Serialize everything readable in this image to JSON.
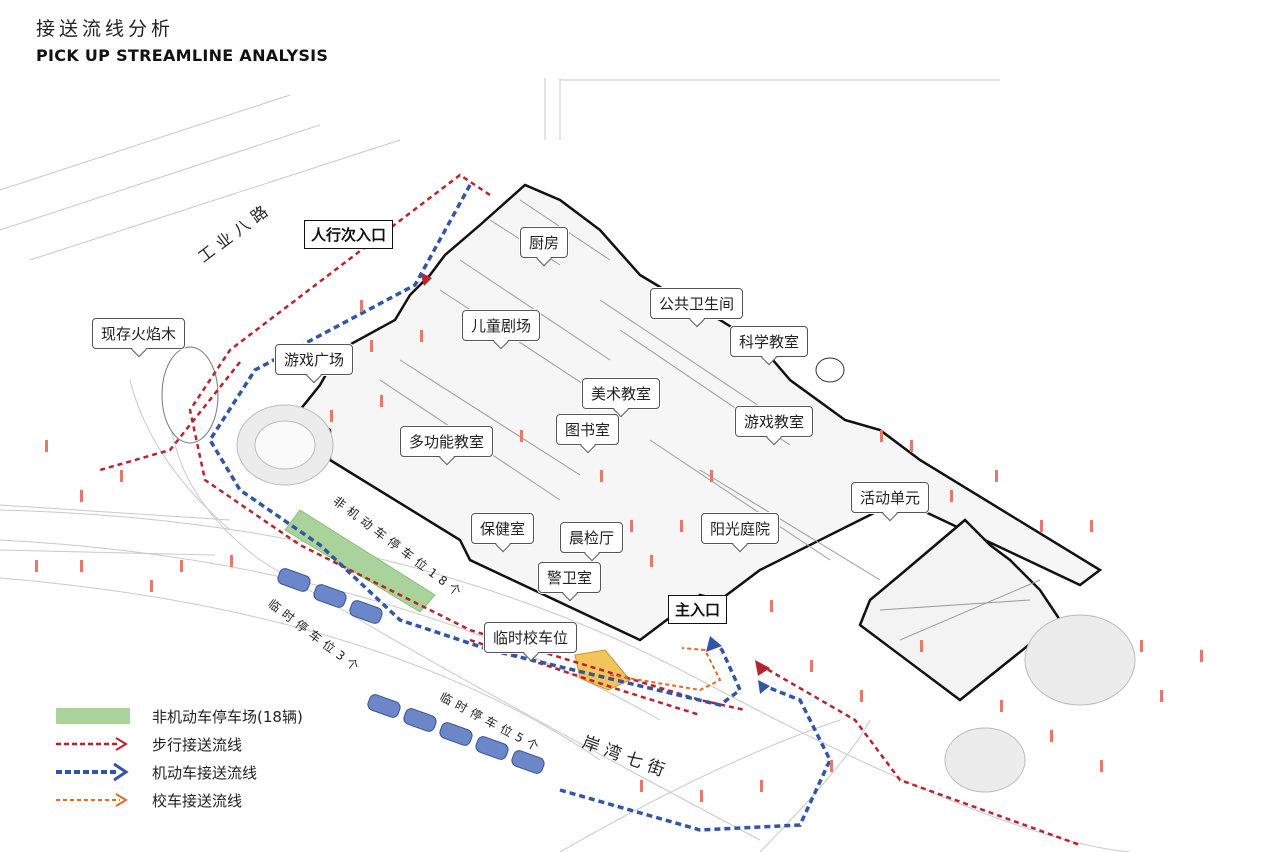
{
  "title": {
    "cn": "接送流线分析",
    "en": "PICK UP STREAMLINE ANALYSIS"
  },
  "colors": {
    "walk": "#b8232f",
    "vehicle": "#3355a8",
    "bus": "#e06a2a",
    "bike_parking": "#a9d39a",
    "building_outline": "#111111",
    "tree": "#e8796a",
    "car": "#6b86c9",
    "school_bus": "#f2c45a"
  },
  "roads": {
    "gongye": "工业八路",
    "anwan": "岸湾七街"
  },
  "entrances": {
    "pedestrian_secondary": "人行次入口",
    "main": "主入口"
  },
  "callouts": {
    "tree": "现存火焰木",
    "kitchen": "厨房",
    "theater": "儿童剧场",
    "toilet": "公共卫生间",
    "science": "科学教室",
    "playground": "游戏广场",
    "art": "美术教室",
    "library": "图书室",
    "game_room": "游戏教室",
    "multi": "多功能教室",
    "activity": "活动单元",
    "health": "保健室",
    "morning_check": "晨检厅",
    "sun_court": "阳光庭院",
    "guard": "警卫室",
    "bus_spot": "临时校车位"
  },
  "parking": {
    "bike": "非机动车停车位18个",
    "temp3": "临时停车位3个",
    "temp5": "临时停车位5个"
  },
  "legend": [
    {
      "label": "非机动车停车场(18辆)",
      "kind": "bike-parking"
    },
    {
      "label": "步行接送流线",
      "kind": "walk"
    },
    {
      "label": "机动车接送流线",
      "kind": "vehicle"
    },
    {
      "label": "校车接送流线",
      "kind": "bus"
    }
  ]
}
